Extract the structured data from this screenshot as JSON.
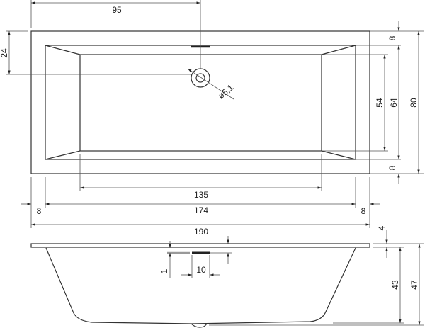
{
  "drawing": {
    "top_view": {
      "drain_offset_x": "95",
      "drain_offset_y": "24",
      "drain_diameter": "ø5,1",
      "rim_top": "8",
      "inner_width": "64",
      "bottom_width": "54",
      "rim_bottom": "8",
      "overall_width": "80",
      "bottom_length": "135",
      "rim_left": "8",
      "inner_length": "174",
      "rim_right": "8",
      "overall_length": "190"
    },
    "side_view": {
      "rim_thickness": "4",
      "overflow_offset": "1",
      "overflow_width": "10",
      "inner_depth": "43",
      "overall_depth": "47"
    }
  }
}
